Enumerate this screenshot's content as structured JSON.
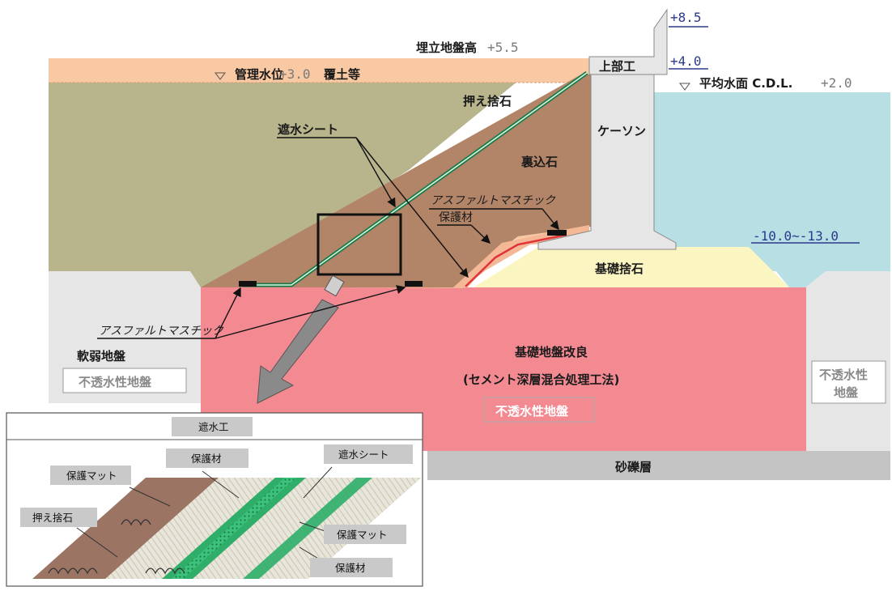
{
  "labels": {
    "reclaim_ground_height": "埋立地盤高",
    "reclaim_value": "+5.5",
    "top_value": "+8.5",
    "upper_work": "上部工",
    "upper_work_value": "+4.0",
    "mean_water_level": "平均水面 C.D.L.",
    "mean_water_value": "+2.0",
    "managed_water_level": "管理水位",
    "managed_water_value": "+3.0",
    "cover_soil": "覆土等",
    "holding_rubble": "押え捨石",
    "caisson": "ケーソン",
    "backfill_stone": "裏込石",
    "water_barrier_sheet": "遮水シート",
    "asphalt_mastic_upper": "アスファルトマスチック",
    "protective_material": "保護材",
    "seabed_depth": "-10.0~-13.0",
    "foundation_rubble": "基礎捨石",
    "asphalt_mastic_lower": "アスファルトマスチック",
    "soft_ground": "軟弱地盤",
    "impermeable_left": "不透水性地盤",
    "ground_improvement": "基礎地盤改良",
    "cement_method": "(セメント深層混合処理工法)",
    "impermeable_center": "不透水性地盤",
    "impermeable_right_1": "不透水性",
    "impermeable_right_2": "地盤",
    "gravel_layer": "砂礫層"
  },
  "inset": {
    "title": "遮水工",
    "protective_material_top": "保護材",
    "sheet": "遮水シート",
    "protective_mat_left": "保護マット",
    "holding_rubble": "押え捨石",
    "protective_mat_right": "保護マット",
    "protective_material_bottom": "保護材"
  },
  "colors": {
    "cover": "#f8c9a3",
    "fill_soil": "#b8b48b",
    "rubble": "#b28468",
    "backfill": "#b78d74",
    "sea": "#b7dfe4",
    "foundation_rubble": "#fbf5c2",
    "improved_ground": "#f38a92",
    "soft_ground": "#e6e6e6",
    "gravel": "#c4c4c4",
    "sheet_green": "#3ebf74",
    "red_line": "#e0333a",
    "dark_blue": "#2b3a8c"
  }
}
